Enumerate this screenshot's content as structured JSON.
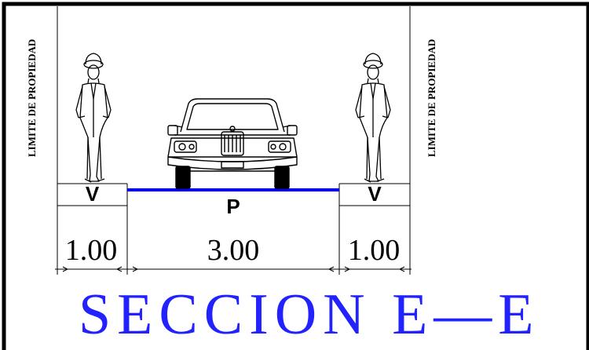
{
  "labels": {
    "property_limit_left": "LIMITE DE PROPIEDAD",
    "property_limit_right": "LIMITE DE PROPIEDAD"
  },
  "zones": [
    {
      "letter": "V",
      "dimension": "1.00"
    },
    {
      "letter": "P",
      "dimension": "3.00"
    },
    {
      "letter": "V",
      "dimension": "1.00"
    }
  ],
  "title": "SECCION E—E",
  "colors": {
    "roadway_line": "#0000ee",
    "title_text": "#2222ff",
    "drawing_lines": "#000000"
  },
  "icons": [
    "pedestrian-figure-left",
    "car-front-view",
    "pedestrian-figure-right"
  ]
}
